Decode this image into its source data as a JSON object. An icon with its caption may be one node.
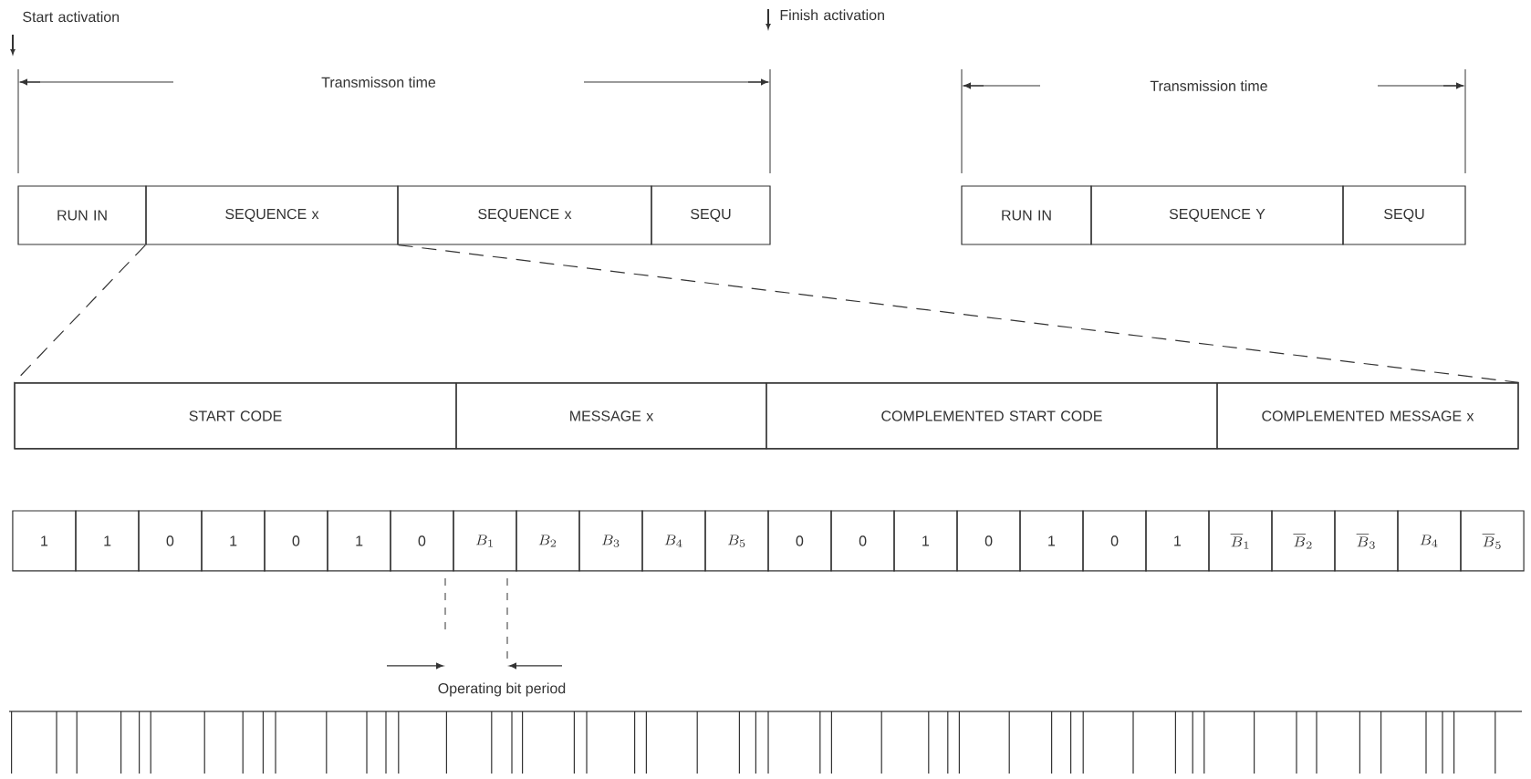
{
  "diagram": {
    "nodes": [
      {
        "text": [
          "RUN IN"
        ]
      },
      {
        "text": [
          "SEQUENCE x"
        ]
      },
      {
        "text": [
          "SEQUENCE x"
        ]
      },
      {
        "text": [
          "SEQU"
        ]
      },
      {
        "text": [
          "RUN IN"
        ]
      },
      {
        "text": [
          "SEQUENCE Y"
        ]
      },
      {
        "text": [
          "SEQU"
        ]
      },
      {
        "text": [],
        "shape": "box"
      },
      {
        "text": [
          "START CODE"
        ],
        "in": 7
      },
      {
        "text": [
          "MESSAGE x"
        ],
        "in": 7
      },
      {
        "text": [
          "COMPLEMENTED START CODE"
        ],
        "in": 7
      },
      {
        "text": [
          "COMPLEMENTED MESSAGE x"
        ],
        "in": 7
      },
      {
        "text": [
          "1"
        ]
      },
      {
        "text": [
          "1"
        ]
      },
      {
        "text": [
          "0"
        ]
      },
      {
        "text": [
          "1"
        ]
      },
      {
        "text": [
          "0"
        ]
      },
      {
        "text": [
          "1"
        ]
      },
      {
        "text": [
          "0"
        ]
      },
      {
        "text": [
          "B_{1}"
        ]
      },
      {
        "text": [
          "B_{2}"
        ]
      },
      {
        "text": [
          "B_{3}"
        ]
      },
      {
        "text": [
          "B_{4}"
        ]
      },
      {
        "text": [
          "B_{5}"
        ]
      },
      {
        "text": [
          "0"
        ]
      },
      {
        "text": [
          "0"
        ]
      },
      {
        "text": [
          "1"
        ]
      },
      {
        "text": [
          "0"
        ]
      },
      {
        "text": [
          "1"
        ]
      },
      {
        "text": [
          "0"
        ]
      },
      {
        "text": [
          "1"
        ]
      },
      {
        "text": [
          "\\overline{B}_{1}"
        ]
      },
      {
        "text": [
          "\\overline{B}_{2}"
        ]
      },
      {
        "text": [
          "\\overline{B}_{3}"
        ]
      },
      {
        "text": [
          "B_{4}"
        ]
      },
      {
        "text": [
          "\\overline{B}_{5}"
        ]
      }
    ],
    "edges": [
      {
        "from": 1,
        "to": 7,
        "arrow": "none",
        "style": "dashed"
      },
      {
        "from": 1,
        "to": 7,
        "arrow": "none",
        "style": "dashed"
      }
    ],
    "labels": [
      "Start activation",
      "Finish activation",
      "Transmisson time",
      "Transmission time",
      "Operating bit period"
    ]
  }
}
